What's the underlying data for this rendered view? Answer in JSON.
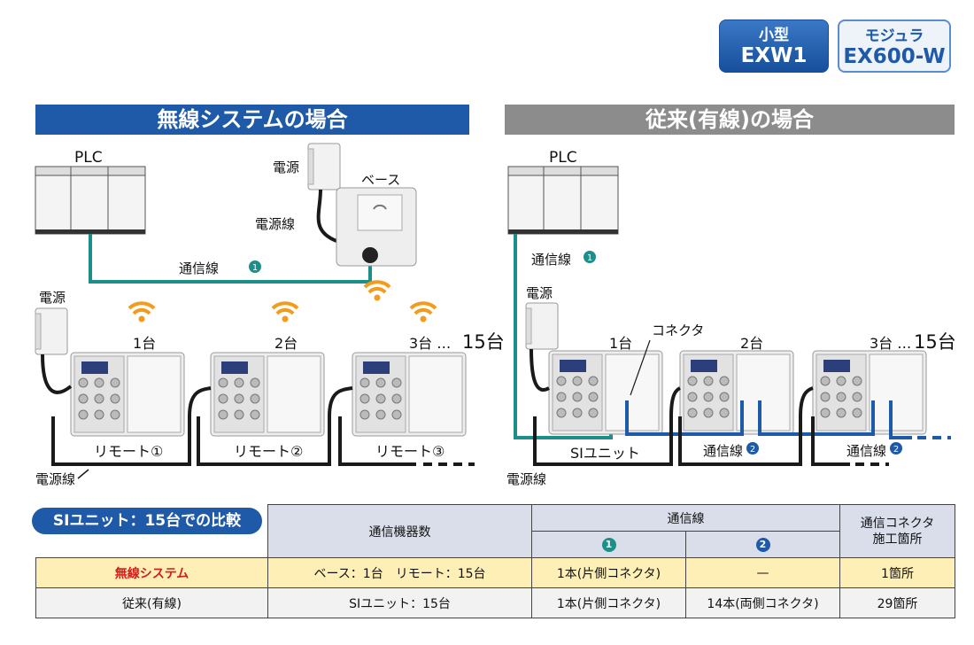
{
  "badges": {
    "compact": {
      "line1": "小型",
      "line2": "EXW1"
    },
    "modular": {
      "line1": "モジュラ",
      "line2": "EX600-W"
    }
  },
  "wireless": {
    "title": "無線システムの場合",
    "plc": "PLC",
    "power_supply": "電源",
    "base": "ベース",
    "power_cable": "電源線",
    "comm_cable": "通信線",
    "units": [
      "1台",
      "2台",
      "3台 …"
    ],
    "more": "15台",
    "remotes": [
      "リモート①",
      "リモート②",
      "リモート③"
    ],
    "left_power": "電源",
    "bottom_power_cable": "電源線"
  },
  "wired": {
    "title": "従来(有線)の場合",
    "plc": "PLC",
    "comm_cable": "通信線",
    "power_supply": "電源",
    "connector": "コネクタ",
    "units": [
      "1台",
      "2台",
      "3台 …"
    ],
    "more": "15台",
    "si_unit": "SIユニット",
    "comm_cable2": "通信線",
    "power_cable": "電源線"
  },
  "marks": {
    "one": "1",
    "two": "2"
  },
  "colors": {
    "teal": "#1c8f8b",
    "blue": "#1e5aa8",
    "cable": "#1a1a1a",
    "wifi": "#f29b1d"
  },
  "comparison": {
    "title": "SIユニット：15台での比較",
    "col_devices": "通信機器数",
    "col_comm": "通信線",
    "col_connector": "通信コネクタ\n施工箇所",
    "rows": [
      {
        "name": "無線システム",
        "devices": "ベース：1台　リモート：15台",
        "comm1": "1本(片側コネクタ)",
        "comm2": "—",
        "connector": "1箇所"
      },
      {
        "name": "従来(有線)",
        "devices": "SIユニット：15台",
        "comm1": "1本(片側コネクタ)",
        "comm2": "14本(両側コネクタ)",
        "connector": "29箇所"
      }
    ]
  }
}
